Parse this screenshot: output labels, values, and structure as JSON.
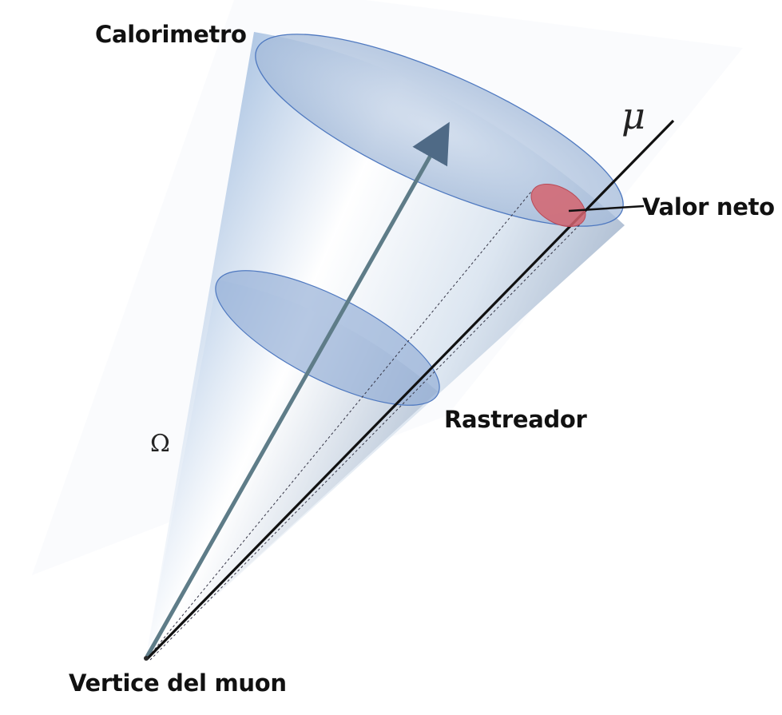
{
  "labels": {
    "calorimeter": "Calorimetro",
    "net_value": "Valor neto",
    "tracker": "Rastreador",
    "vertex": "Vertice del muon",
    "muon_symbol": "μ",
    "solid_angle_symbol": "Ω"
  },
  "colors": {
    "cone_fill": "#b9cde6",
    "cone_edge": "#5b7fc0",
    "ellipse_fill": "#7f9fcc",
    "axis_arrow": "#56707c",
    "muon_track": "#111111",
    "net_value_spot": "#d46a72"
  }
}
